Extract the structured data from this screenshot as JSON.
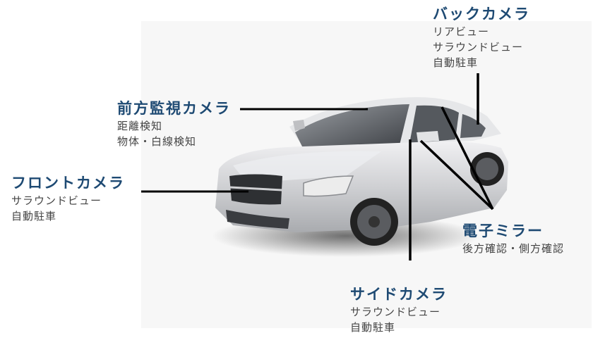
{
  "colors": {
    "title": "#1e4a73",
    "body_text": "#444444",
    "leader_line": "#000000",
    "backdrop": "#f7f7f7",
    "car_body": "#d9dadc"
  },
  "image": {
    "subject": "silver sedan car",
    "icon": "car-illustration"
  },
  "labels": {
    "back_camera": {
      "title": "バックカメラ",
      "lines": [
        "リアビュー",
        "サラウンドビュー",
        "自動駐車"
      ]
    },
    "front_monitor_camera": {
      "title": "前方監視カメラ",
      "lines": [
        "距離検知",
        "物体・白線検知"
      ]
    },
    "front_camera": {
      "title": "フロントカメラ",
      "lines": [
        "サラウンドビュー",
        "自動駐車"
      ]
    },
    "electronic_mirror": {
      "title": "電子ミラー",
      "lines": [
        "後方確認・側方確認"
      ]
    },
    "side_camera": {
      "title": "サイドカメラ",
      "lines": [
        "サラウンドビュー",
        "自動駐車"
      ]
    }
  }
}
